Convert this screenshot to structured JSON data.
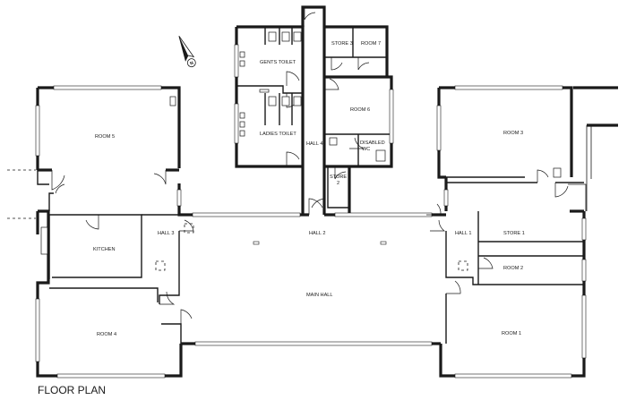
{
  "title": "FLOOR PLAN",
  "north_label": "N",
  "rooms": {
    "room5": "ROOM 5",
    "room3": "ROOM 3",
    "room4": "ROOM 4",
    "room1": "ROOM 1",
    "room2": "ROOM 2",
    "room6": "ROOM 6",
    "room7": "ROOM 7",
    "store1": "STORE 1",
    "store2_a": "STORE",
    "store2_b": "2",
    "store3": "STORE 3",
    "kitchen": "KITCHEN",
    "hall1": "HALL 1",
    "hall2": "HALL 2",
    "hall3": "HALL 3",
    "hall4": "HALL 4",
    "main_hall": "MAIN HALL",
    "gents": "GENTS TOILET",
    "ladies": "LADIES TOILET",
    "disabled_a": "DISABLED",
    "disabled_b": "WC"
  }
}
